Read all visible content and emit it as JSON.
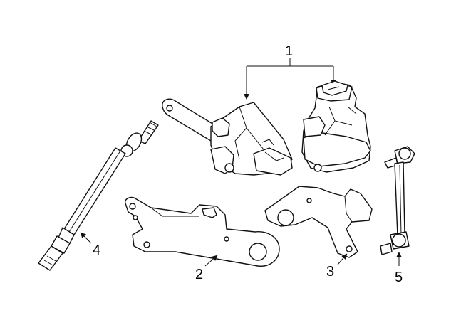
{
  "callouts": [
    {
      "id": "1",
      "text": "1"
    },
    {
      "id": "2",
      "text": "2"
    },
    {
      "id": "3",
      "text": "3"
    },
    {
      "id": "4",
      "text": "4"
    },
    {
      "id": "5",
      "text": "5"
    }
  ],
  "colors": {
    "line": "#111111",
    "background": "#ffffff"
  }
}
